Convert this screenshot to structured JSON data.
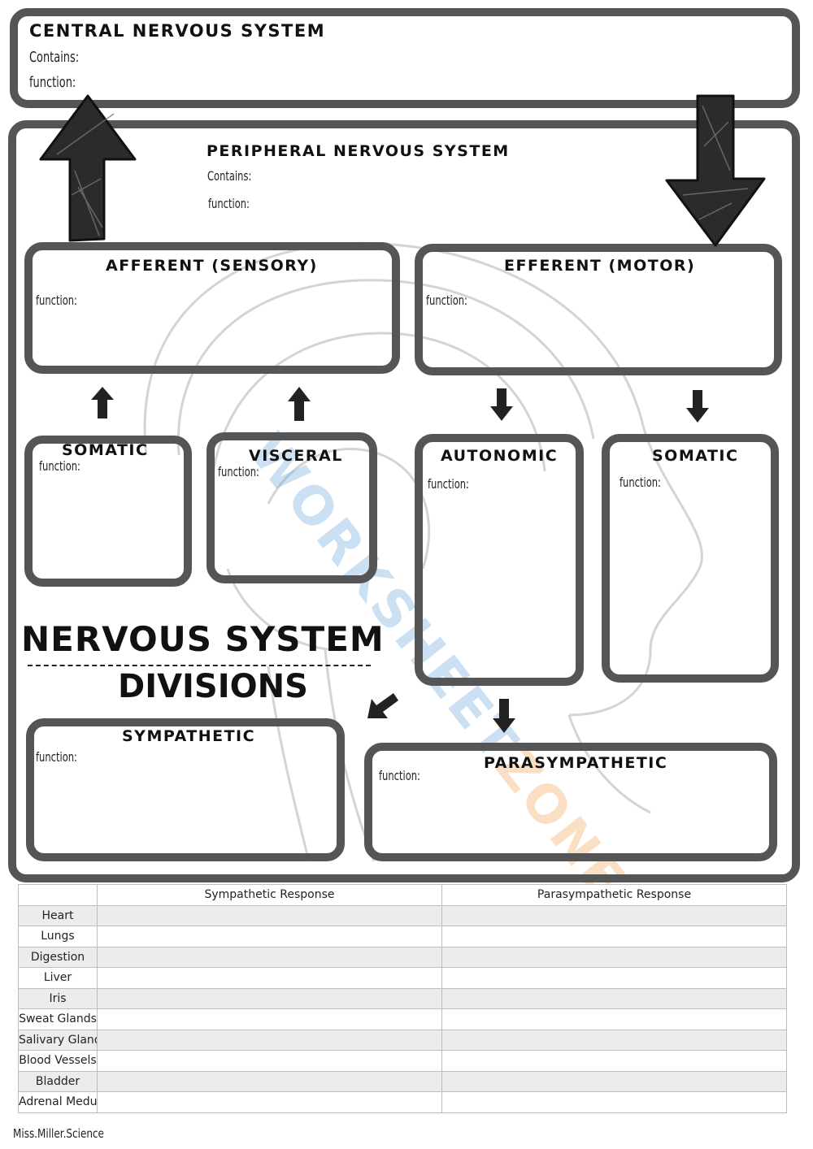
{
  "cns": {
    "title": "CENTRAL NERVOUS SYSTEM",
    "contains": "Contains:",
    "function": "function:"
  },
  "pns": {
    "title": "PERIPHERAL NERVOUS SYSTEM",
    "contains": "Contains:",
    "function": "function:"
  },
  "afferent": {
    "title": "AFFERENT (SENSORY)",
    "function": "function:"
  },
  "efferent": {
    "title": "EFFERENT (MOTOR)",
    "function": "function:"
  },
  "somatic_sensory": {
    "title": "SOMATIC",
    "function": "function:"
  },
  "visceral": {
    "title": "VISCERAL",
    "function": "function:"
  },
  "autonomic": {
    "title": "AUTONOMIC",
    "function": "function:"
  },
  "somatic_motor": {
    "title": "SOMATIC",
    "function": "function:"
  },
  "sympathetic": {
    "title": "SYMPATHETIC",
    "function": "function:"
  },
  "parasympathetic": {
    "title": "PARASYMPATHETIC",
    "function": "function:"
  },
  "heading": {
    "line1": "NERVOUS SYSTEM",
    "line2": "DIVISIONS"
  },
  "watermark": {
    "main": "WORKSHEET",
    "accent": "ZONE"
  },
  "table": {
    "headers": [
      "",
      "Sympathetic Response",
      "Parasympathetic Response"
    ],
    "rows": [
      "Heart",
      "Lungs",
      "Digestion",
      "Liver",
      "Iris",
      "Sweat Glands",
      "Salivary Glands",
      "Blood Vessels",
      "Bladder",
      "Adrenal Medulla"
    ]
  },
  "footer": "Miss.Miller.Science"
}
